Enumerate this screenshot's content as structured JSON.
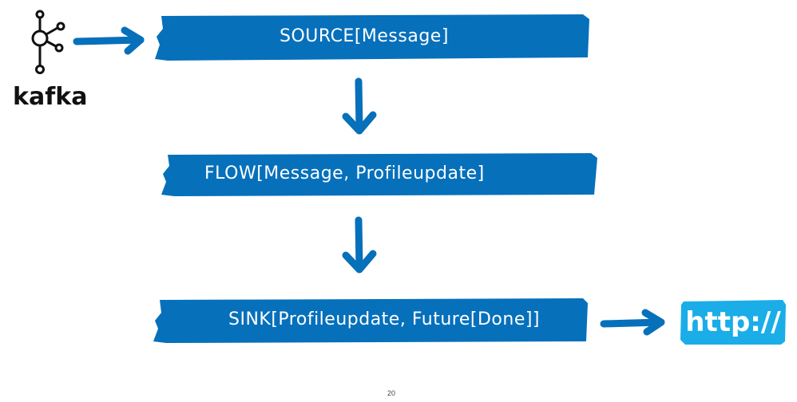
{
  "diagram": {
    "source_system": {
      "label": "kafka",
      "icon": "kafka-logo-icon"
    },
    "stages": [
      {
        "id": "source",
        "label": "SOURCE[Message]"
      },
      {
        "id": "flow",
        "label": "FLOW[Message, Profileupdate]"
      },
      {
        "id": "sink",
        "label": "SINK[Profileupdate, Future[Done]]"
      }
    ],
    "destination": {
      "label": "http://"
    },
    "colors": {
      "banner": "#0670BB",
      "arrow": "#0670BB",
      "http_box": "#1AADE8",
      "text": "#FFFFFF"
    }
  },
  "footer": {
    "page_number": "20"
  }
}
